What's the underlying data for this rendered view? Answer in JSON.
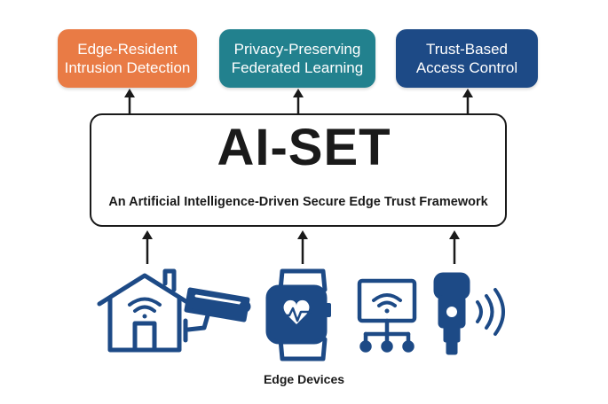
{
  "top_boxes": [
    {
      "line1": "Edge-Resident",
      "line2": "Intrusion Detection",
      "color": "#e97b45"
    },
    {
      "line1": "Privacy-Preserving",
      "line2": "Federated Learning",
      "color": "#22818e"
    },
    {
      "line1": "Trust-Based",
      "line2": "Access Control",
      "color": "#1d4a86"
    }
  ],
  "framework": {
    "title": "AI-SET",
    "subtitle": "An Artificial Intelligence-Driven Secure Edge Trust Framework"
  },
  "devices": {
    "caption": "Edge Devices",
    "icons": [
      "smart-home-icon",
      "security-camera-icon",
      "smartwatch-icon",
      "sensor-network-icon",
      "wireless-sensor-icon"
    ],
    "icon_color": "#1d4a86"
  }
}
